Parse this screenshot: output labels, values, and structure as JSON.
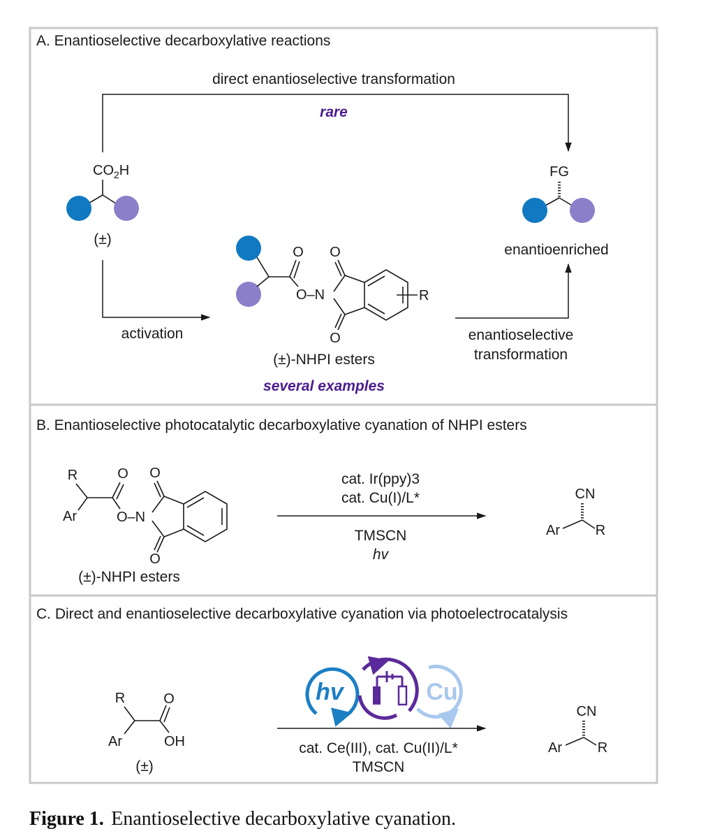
{
  "panel_a": {
    "title": "A. Enantioselective decarboxylative reactions",
    "top_route": "direct enantioselective transformation",
    "top_note": "rare",
    "acid_group": "CO2H",
    "racemic": "(±)",
    "product_group": "FG",
    "product_label": "enantioenriched",
    "activation": "activation",
    "ester_label": "(±)-NHPI esters",
    "ester_note": "several examples",
    "step2_line1": "enantioselective",
    "step2_line2": "transformation",
    "colors": {
      "blue": "#1079c2",
      "lavender": "#8c7fc9"
    }
  },
  "panel_b": {
    "title": "B. Enantioselective photocatalytic decarboxylative cyanation of NHPI esters",
    "reagent_line1": "cat. Ir(ppy)3",
    "reagent_line2": "cat. Cu(I)/L*",
    "reagent_line3": "TMSCN",
    "reagent_line4": "hv",
    "substrate_label": "(±)-NHPI esters"
  },
  "panel_c": {
    "title": "C. Direct and enantioselective decarboxylative cyanation via photoelectrocatalysis",
    "racemic": "(±)",
    "hv_label": "hv",
    "cu_label": "Cu",
    "reagent_line1": "cat. Ce(III), cat. Cu(II)/L*",
    "reagent_line2": "TMSCN",
    "colors": {
      "hv": "#1b7fc4",
      "electro": "#5b2a9a",
      "cu": "#a9c8ee"
    }
  },
  "atoms": {
    "O": "O",
    "N": "N",
    "R": "R",
    "Ar": "Ar",
    "OH": "OH",
    "CN": "CN",
    "O_N": "O–N",
    "CO": "CO",
    "H": "H",
    "sub2": "2",
    "sub3": "3"
  },
  "caption": {
    "label": "Figure 1.",
    "text": "Enantioselective decarboxylative cyanation."
  }
}
